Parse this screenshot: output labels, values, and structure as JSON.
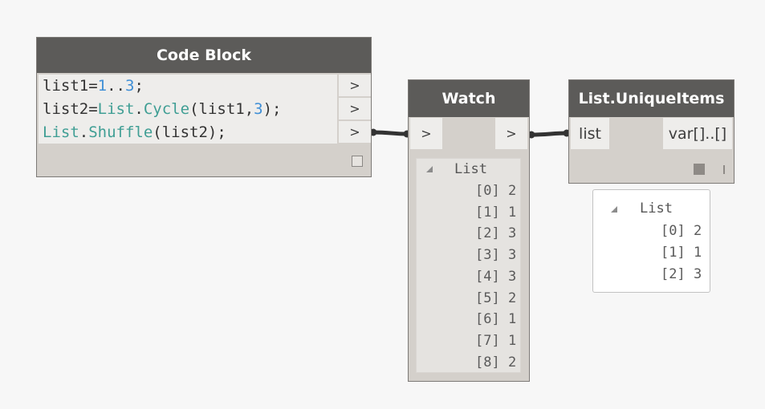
{
  "code_block": {
    "title": "Code Block",
    "lines": [
      [
        {
          "text": "list1=",
          "kind": "txt"
        },
        {
          "text": "1",
          "kind": "num"
        },
        {
          "text": "..",
          "kind": "txt"
        },
        {
          "text": "3",
          "kind": "num"
        },
        {
          "text": ";",
          "kind": "txt"
        }
      ],
      [
        {
          "text": "list2=",
          "kind": "txt"
        },
        {
          "text": "List",
          "kind": "cls"
        },
        {
          "text": ".",
          "kind": "txt"
        },
        {
          "text": "Cycle",
          "kind": "cls"
        },
        {
          "text": "(list1,",
          "kind": "txt"
        },
        {
          "text": "3",
          "kind": "num"
        },
        {
          "text": ");",
          "kind": "txt"
        }
      ],
      [
        {
          "text": "List",
          "kind": "cls"
        },
        {
          "text": ".",
          "kind": "txt"
        },
        {
          "text": "Shuffle",
          "kind": "cls"
        },
        {
          "text": "(list2);",
          "kind": "txt"
        }
      ]
    ],
    "output_ports": [
      ">",
      ">",
      ">"
    ]
  },
  "watch": {
    "title": "Watch",
    "input_port": ">",
    "output_port": ">",
    "list_label": "List",
    "items": [
      {
        "index": "[0]",
        "value": "2"
      },
      {
        "index": "[1]",
        "value": "1"
      },
      {
        "index": "[2]",
        "value": "3"
      },
      {
        "index": "[3]",
        "value": "3"
      },
      {
        "index": "[4]",
        "value": "3"
      },
      {
        "index": "[5]",
        "value": "2"
      },
      {
        "index": "[6]",
        "value": "1"
      },
      {
        "index": "[7]",
        "value": "1"
      },
      {
        "index": "[8]",
        "value": "2"
      }
    ]
  },
  "unique": {
    "title": "List.UniqueItems",
    "input_port": "list",
    "output_port": "var[]..[]",
    "list_label": "List",
    "items": [
      {
        "index": "[0]",
        "value": "2"
      },
      {
        "index": "[1]",
        "value": "1"
      },
      {
        "index": "[2]",
        "value": "3"
      }
    ]
  },
  "colors": {
    "header": "#5c5b59",
    "node_body": "#d4d0cb",
    "port": "#eeedeb",
    "number_token": "#3f8fd6",
    "class_token": "#3f9e94",
    "wire": "#333333"
  }
}
